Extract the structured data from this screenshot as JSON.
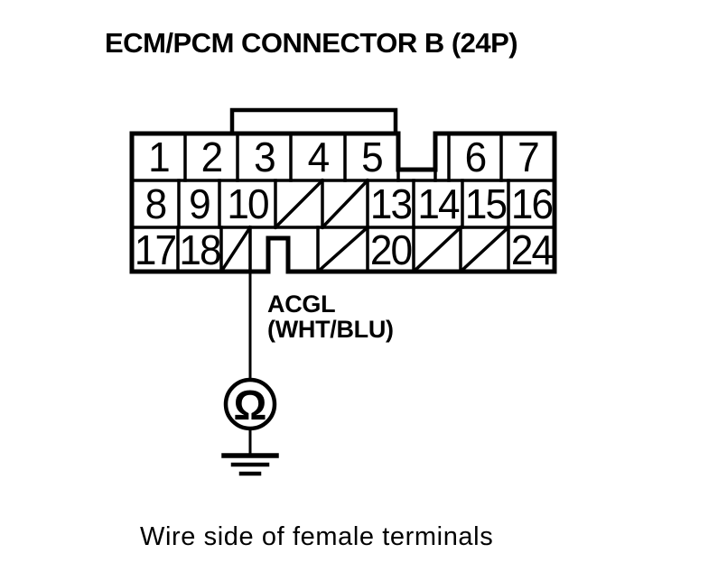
{
  "page": {
    "title": "ECM/PCM CONNECTOR B (24P)",
    "caption": "Wire side of female terminals",
    "ink_color": "#000000",
    "background_color": "#ffffff"
  },
  "connector": {
    "name": "ECM/PCM Connector B",
    "pin_count": "24P",
    "rows": [
      {
        "terminals": [
          {
            "label": "1"
          },
          {
            "label": "2"
          },
          {
            "label": "3"
          },
          {
            "label": "4"
          },
          {
            "label": "5"
          },
          {
            "label": "6"
          },
          {
            "label": "7"
          }
        ]
      },
      {
        "terminals": [
          {
            "label": "8"
          },
          {
            "label": "9"
          },
          {
            "label": "10"
          },
          {
            "label": "",
            "empty": true
          },
          {
            "label": "",
            "empty": true
          },
          {
            "label": "13"
          },
          {
            "label": "14"
          },
          {
            "label": "15"
          },
          {
            "label": "16"
          }
        ]
      },
      {
        "terminals": [
          {
            "label": "17"
          },
          {
            "label": "18"
          },
          {
            "label": "",
            "empty": true
          },
          {
            "label": "",
            "empty": true
          },
          {
            "label": "20"
          },
          {
            "label": "",
            "empty": true
          },
          {
            "label": "",
            "empty": true
          },
          {
            "label": "24"
          }
        ]
      }
    ]
  },
  "probe": {
    "wire_signal": "ACGL",
    "wire_color": "(WHT/BLU)",
    "meter_symbol": "Ω",
    "meter_type": "ohmmeter-to-ground"
  }
}
